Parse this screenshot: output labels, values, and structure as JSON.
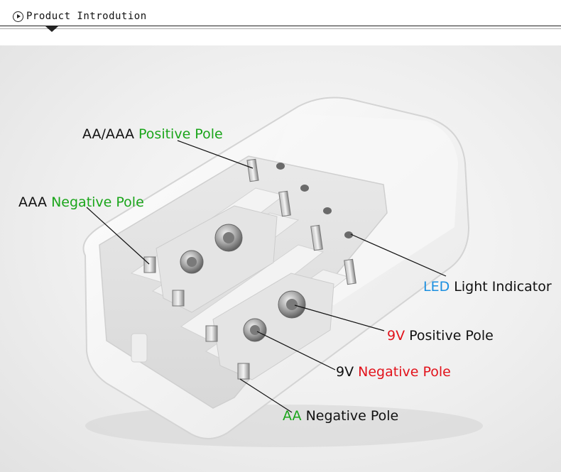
{
  "header": {
    "title": "Product Introdution"
  },
  "labels": {
    "aa_aaa_positive": {
      "prefix": "AA/AAA ",
      "highlight": "Positive Pole"
    },
    "aaa_negative": {
      "prefix": "AAA ",
      "highlight": "Negative Pole"
    },
    "led_indicator": {
      "highlight": "LED",
      "suffix": " Light Indicator"
    },
    "nine_v_positive": {
      "highlight": "9V",
      "suffix": " Positive Pole"
    },
    "nine_v_negative": {
      "prefix": "9V ",
      "highlight": "Negative Pole"
    },
    "aa_negative": {
      "highlight": "AA",
      "suffix": " Negative Pole"
    }
  },
  "colors": {
    "green": "#1aa51a",
    "red": "#e2121b",
    "blue": "#1b8fe0"
  }
}
